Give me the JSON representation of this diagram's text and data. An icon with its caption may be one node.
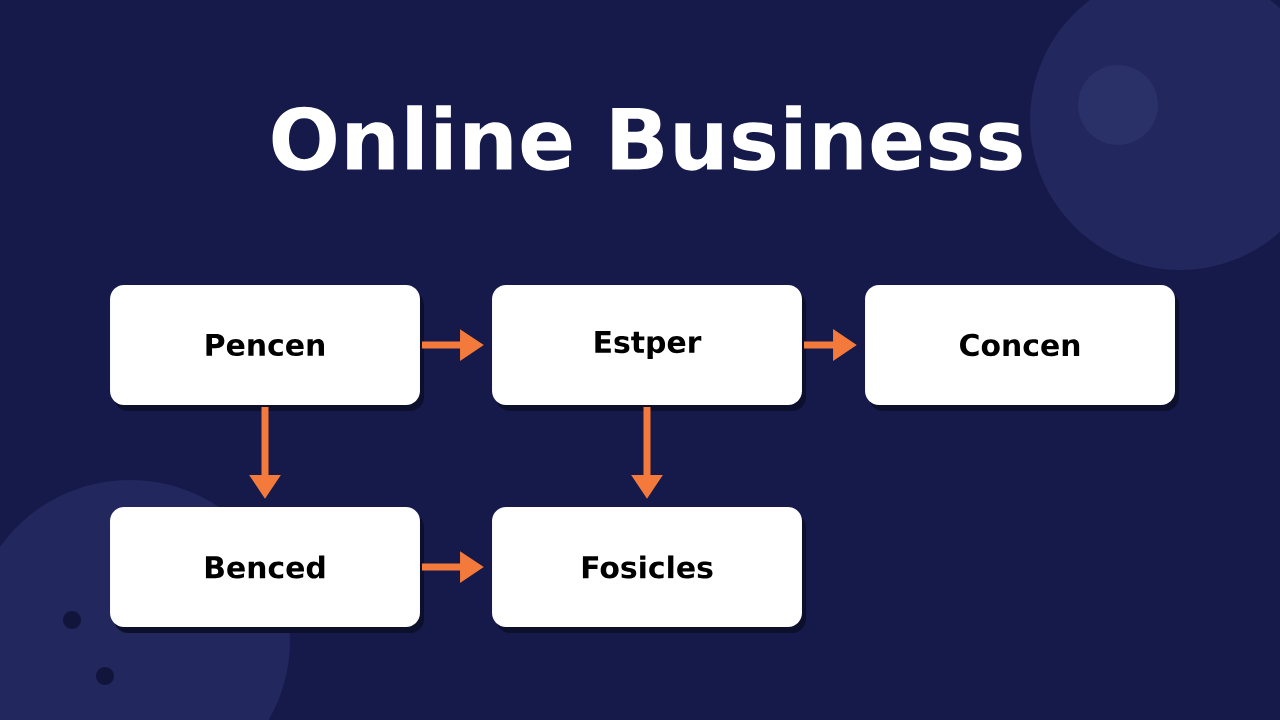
{
  "diagram": {
    "title": "Online Business",
    "nodes": [
      {
        "text": [
          "Pencen"
        ]
      },
      {
        "text": [
          "Estper"
        ]
      },
      {
        "text": [
          "Concen"
        ]
      },
      {
        "text": [
          "Benced"
        ]
      },
      {
        "text": [
          "Fosicles"
        ]
      }
    ],
    "edges": [
      {
        "from": 0,
        "to": 1,
        "arrow": "to"
      },
      {
        "from": 1,
        "to": 2,
        "arrow": "to"
      },
      {
        "from": 0,
        "to": 3,
        "arrow": "to"
      },
      {
        "from": 1,
        "to": 4,
        "arrow": "to"
      },
      {
        "from": 3,
        "to": 4,
        "arrow": "to"
      }
    ]
  }
}
